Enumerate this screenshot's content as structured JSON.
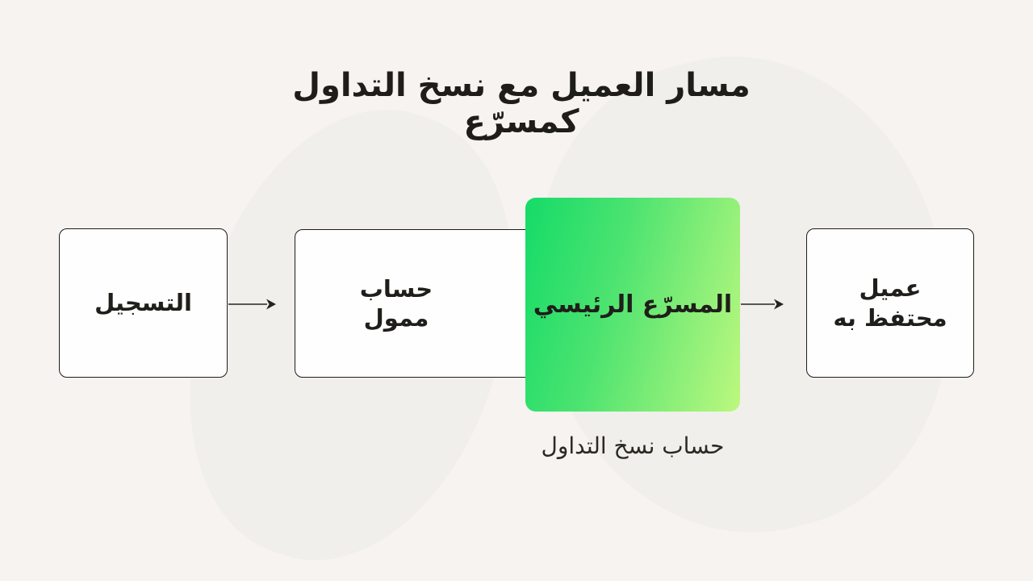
{
  "page": {
    "background_color": "#f6f3f0",
    "blob_color": "#f0efeb",
    "text_color": "#1e1d19",
    "box_border_color": "#1d1c19"
  },
  "title": "مسار العميل مع نسخ التداول\nكمسرّع",
  "flow": {
    "direction": "rtl-content-ltr-flow",
    "steps": [
      {
        "id": "registration",
        "label": "التسجيل",
        "highlighted": false
      },
      {
        "id": "funded-account",
        "label": "حساب\nممول",
        "highlighted": false
      },
      {
        "id": "main-accelerator",
        "label": "المسرّع الرئيسي",
        "highlighted": true
      },
      {
        "id": "retained-client",
        "label": "عميل\nمحتفظ به",
        "highlighted": false
      }
    ],
    "caption": "حساب نسخ التداول",
    "arrows": [
      {
        "from": "registration",
        "to": "funded-account"
      },
      {
        "from": "main-accelerator",
        "to": "retained-client"
      }
    ]
  },
  "colors": {
    "accent_gradient_start": "#15db68",
    "accent_gradient_end": "#bdf87f",
    "arrow_color": "#242320"
  }
}
